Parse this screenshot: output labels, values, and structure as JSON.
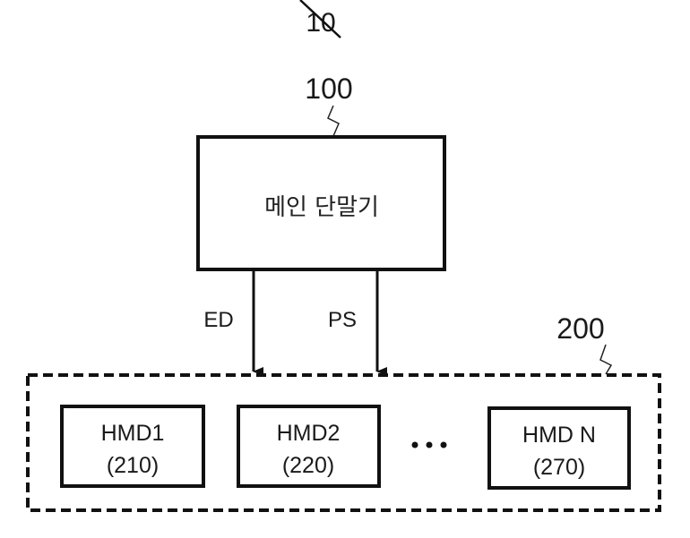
{
  "figure": {
    "number": "10",
    "main_terminal": {
      "ref": "100",
      "label": "메인 단말기"
    },
    "signals": [
      {
        "label": "ED"
      },
      {
        "label": "PS"
      }
    ],
    "hmd_group": {
      "ref": "200",
      "devices": [
        {
          "name": "HMD1",
          "ref": "(210)"
        },
        {
          "name": "HMD2",
          "ref": "(220)"
        },
        {
          "name": "HMD N",
          "ref": "(270)"
        }
      ],
      "ellipsis": "..."
    },
    "colors": {
      "line": "#111111",
      "background": "#ffffff"
    }
  }
}
